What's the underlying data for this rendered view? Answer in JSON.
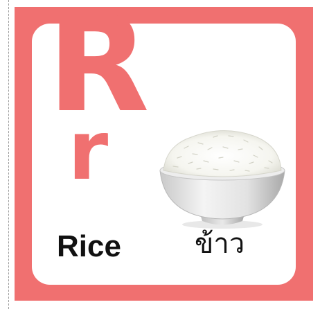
{
  "card": {
    "uppercase_letter": "R",
    "lowercase_letter": "r",
    "word_english": "Rice",
    "word_thai": "ข้าว",
    "illustration": "rice-bowl-icon"
  },
  "colors": {
    "card_border": "#f07070",
    "letter": "#f07070",
    "inner_background": "#ffffff",
    "text": "#111111"
  }
}
